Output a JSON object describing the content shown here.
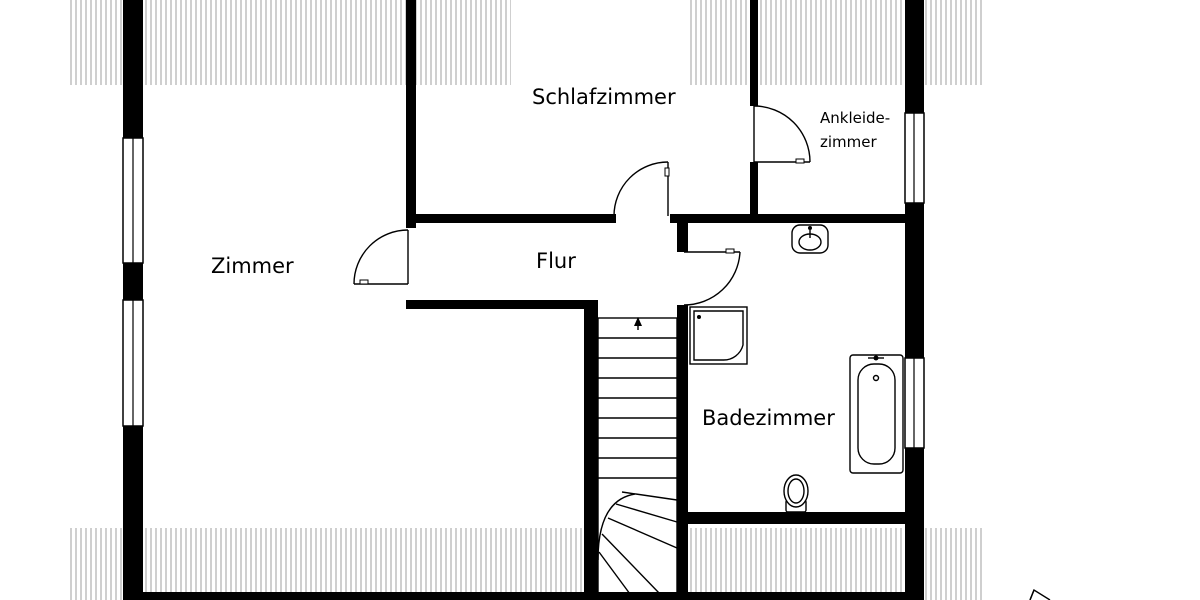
{
  "floor_plan": {
    "rooms": {
      "zimmer": "Zimmer",
      "schlafzimmer": "Schlafzimmer",
      "ankleide_line1": "Ankleide-",
      "ankleide_line2": "zimmer",
      "flur": "Flur",
      "badezimmer": "Badezimmer"
    },
    "colors": {
      "wall": "#000000",
      "background": "#ffffff",
      "hatching": "#c8c8c8"
    },
    "icons": [
      "door-swing-icon",
      "window-icon",
      "washbasin-icon",
      "bathtub-icon",
      "toilet-icon",
      "shower-icon",
      "staircase-icon",
      "north-arrow-icon"
    ]
  }
}
